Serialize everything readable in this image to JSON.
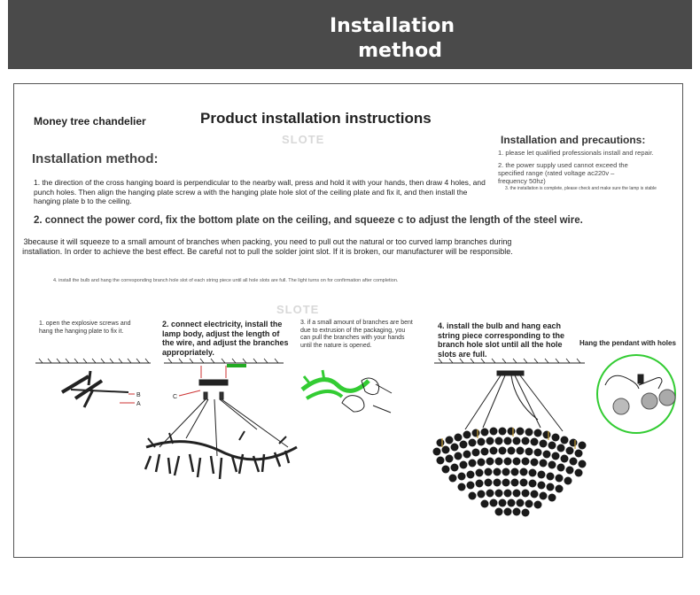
{
  "banner": {
    "line1": "Installation",
    "line2": "method"
  },
  "product_name": "Money tree chandelier",
  "doc_title": "Product installation instructions",
  "watermark": "SLOTE",
  "precautions": {
    "title": "Installation and precautions:",
    "items": [
      "1. please let qualified professionals install and repair.",
      "2. the power supply used cannot exceed the specified range (rated voltage ac220v – frequency 50hz)",
      "3. the installation is complete, please check and make sure the lamp is stable"
    ]
  },
  "method": {
    "title": "Installation method:",
    "step1": "1. the direction of the cross hanging board is perpendicular to the nearby wall, press and hold it with your hands, then draw 4 holes, and punch holes. Then align the hanging plate screw a with the hanging plate hole slot of the ceiling plate and fix it, and then install the hanging plate b to the ceiling.",
    "step2": "2. connect the power cord, fix the bottom plate on the ceiling, and squeeze c to adjust the length of the steel wire.",
    "step3": "3because it will squeeze to a small amount of branches when packing, you need to pull out the natural or too curved lamp branches during installation. In order to achieve the best effect. Be careful not to pull the solder joint slot. If it is broken, our manufacturer will be responsible.",
    "step4": "4. install the bulb and hang the corresponding branch hole slot of each string piece until all hole slots are full. The light turns on for confirmation after completion."
  },
  "panels": {
    "p1": "1. open the explosive screws and hang the hanging plate to fix it.",
    "p2": "2. connect electricity, install the lamp body, adjust the length of the wire, and adjust the branches appropriately.",
    "p3": "3. if a small amount of branches are bent due to extrusion of the packaging, you can pull the branches with your hands until the nature is opened.",
    "p4": "4. install the bulb and hang each string piece corresponding to the branch hole slot until all the hole slots are full.",
    "p5": "Hang the pendant with holes",
    "labels": {
      "a": "A",
      "b": "B",
      "c": "C"
    }
  }
}
